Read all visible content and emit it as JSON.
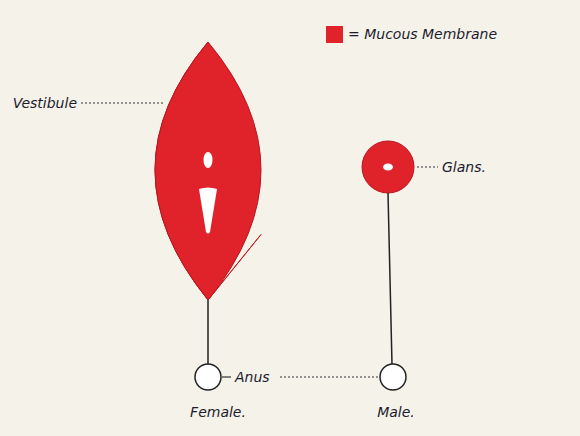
{
  "diagram": {
    "labels": [
      "Vestibule",
      "Glans.",
      "Anus",
      "Female.",
      "Male."
    ],
    "legend": [
      {
        "text": "= Mucous Membrane",
        "color": "#e0222b"
      }
    ]
  }
}
